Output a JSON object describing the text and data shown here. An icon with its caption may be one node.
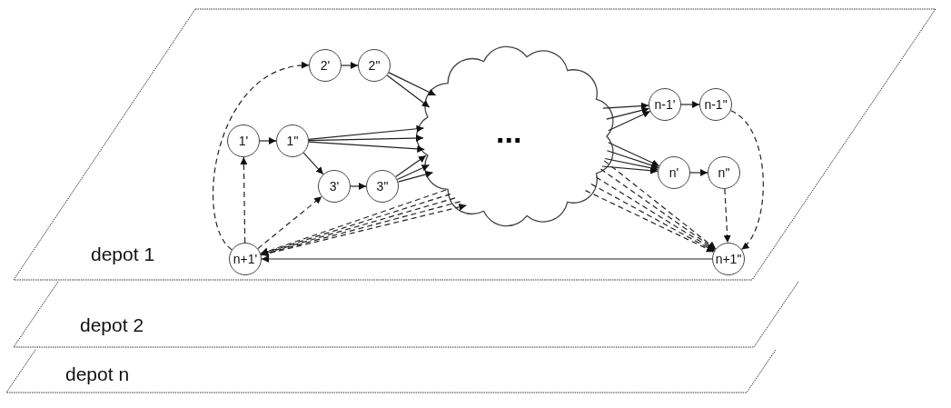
{
  "diagram": {
    "nodes": [
      {
        "text": [
          "depot 1"
        ]
      },
      {
        "text": [
          "depot 2"
        ]
      },
      {
        "text": [
          "depot n"
        ]
      },
      {
        "text": [
          "1'"
        ],
        "in": 0
      },
      {
        "text": [
          "1\""
        ],
        "in": 0
      },
      {
        "text": [
          "2'"
        ],
        "in": 0
      },
      {
        "text": [
          "2\""
        ],
        "in": 0
      },
      {
        "text": [
          "3'"
        ],
        "in": 0
      },
      {
        "text": [
          "3\""
        ],
        "in": 0
      },
      {
        "text": [
          "..."
        ],
        "in": 0
      },
      {
        "text": [
          "n-1'"
        ],
        "in": 0
      },
      {
        "text": [
          "n-1\""
        ],
        "in": 0
      },
      {
        "text": [
          "n'"
        ],
        "in": 0
      },
      {
        "text": [
          "n\""
        ],
        "in": 0
      },
      {
        "text": [
          "n+1'"
        ],
        "in": 0
      },
      {
        "text": [
          "n+1\""
        ],
        "in": 0
      }
    ],
    "edges": [
      {
        "from": 14,
        "to": 3,
        "arrow": "to",
        "style": "dashed"
      },
      {
        "from": 14,
        "to": 5,
        "arrow": "to",
        "style": "dashed"
      },
      {
        "from": 14,
        "to": 7,
        "arrow": "to",
        "style": "dashed"
      },
      {
        "from": 3,
        "to": 4,
        "arrow": "to"
      },
      {
        "from": 5,
        "to": 6,
        "arrow": "to"
      },
      {
        "from": 7,
        "to": 8,
        "arrow": "to"
      },
      {
        "from": 4,
        "to": 7,
        "arrow": "to"
      },
      {
        "from": 6,
        "to": 9,
        "arrow": "to"
      },
      {
        "from": 6,
        "to": 9,
        "arrow": "to"
      },
      {
        "from": 4,
        "to": 9,
        "arrow": "to"
      },
      {
        "from": 4,
        "to": 9,
        "arrow": "to"
      },
      {
        "from": 4,
        "to": 9,
        "arrow": "to"
      },
      {
        "from": 8,
        "to": 9,
        "arrow": "to"
      },
      {
        "from": 8,
        "to": 9,
        "arrow": "to"
      },
      {
        "from": 8,
        "to": 9,
        "arrow": "to"
      },
      {
        "from": 9,
        "to": 14,
        "arrow": "to",
        "style": "dashed"
      },
      {
        "from": 9,
        "to": 14,
        "arrow": "to",
        "style": "dashed"
      },
      {
        "from": 9,
        "to": 14,
        "arrow": "to",
        "style": "dashed"
      },
      {
        "from": 9,
        "to": 14,
        "arrow": "to",
        "style": "dashed"
      },
      {
        "from": 14,
        "to": 9,
        "arrow": "to",
        "style": "dashed"
      },
      {
        "from": 9,
        "to": 10,
        "arrow": "to"
      },
      {
        "from": 9,
        "to": 10,
        "arrow": "to"
      },
      {
        "from": 9,
        "to": 10,
        "arrow": "to"
      },
      {
        "from": 9,
        "to": 12,
        "arrow": "to"
      },
      {
        "from": 9,
        "to": 12,
        "arrow": "to"
      },
      {
        "from": 9,
        "to": 12,
        "arrow": "to"
      },
      {
        "from": 9,
        "to": 12,
        "arrow": "to"
      },
      {
        "from": 10,
        "to": 11,
        "arrow": "to"
      },
      {
        "from": 12,
        "to": 13,
        "arrow": "to"
      },
      {
        "from": 11,
        "to": 15,
        "arrow": "to",
        "style": "dashed"
      },
      {
        "from": 13,
        "to": 15,
        "arrow": "to",
        "style": "dashed"
      },
      {
        "from": 9,
        "to": 15,
        "arrow": "to",
        "style": "dashed"
      },
      {
        "from": 9,
        "to": 15,
        "arrow": "to",
        "style": "dashed"
      },
      {
        "from": 9,
        "to": 15,
        "arrow": "to",
        "style": "dashed"
      },
      {
        "from": 9,
        "to": 15,
        "arrow": "to",
        "style": "dashed"
      },
      {
        "from": 9,
        "to": 15,
        "arrow": "to",
        "style": "dashed"
      },
      {
        "from": 15,
        "to": 14,
        "arrow": "to"
      }
    ]
  }
}
